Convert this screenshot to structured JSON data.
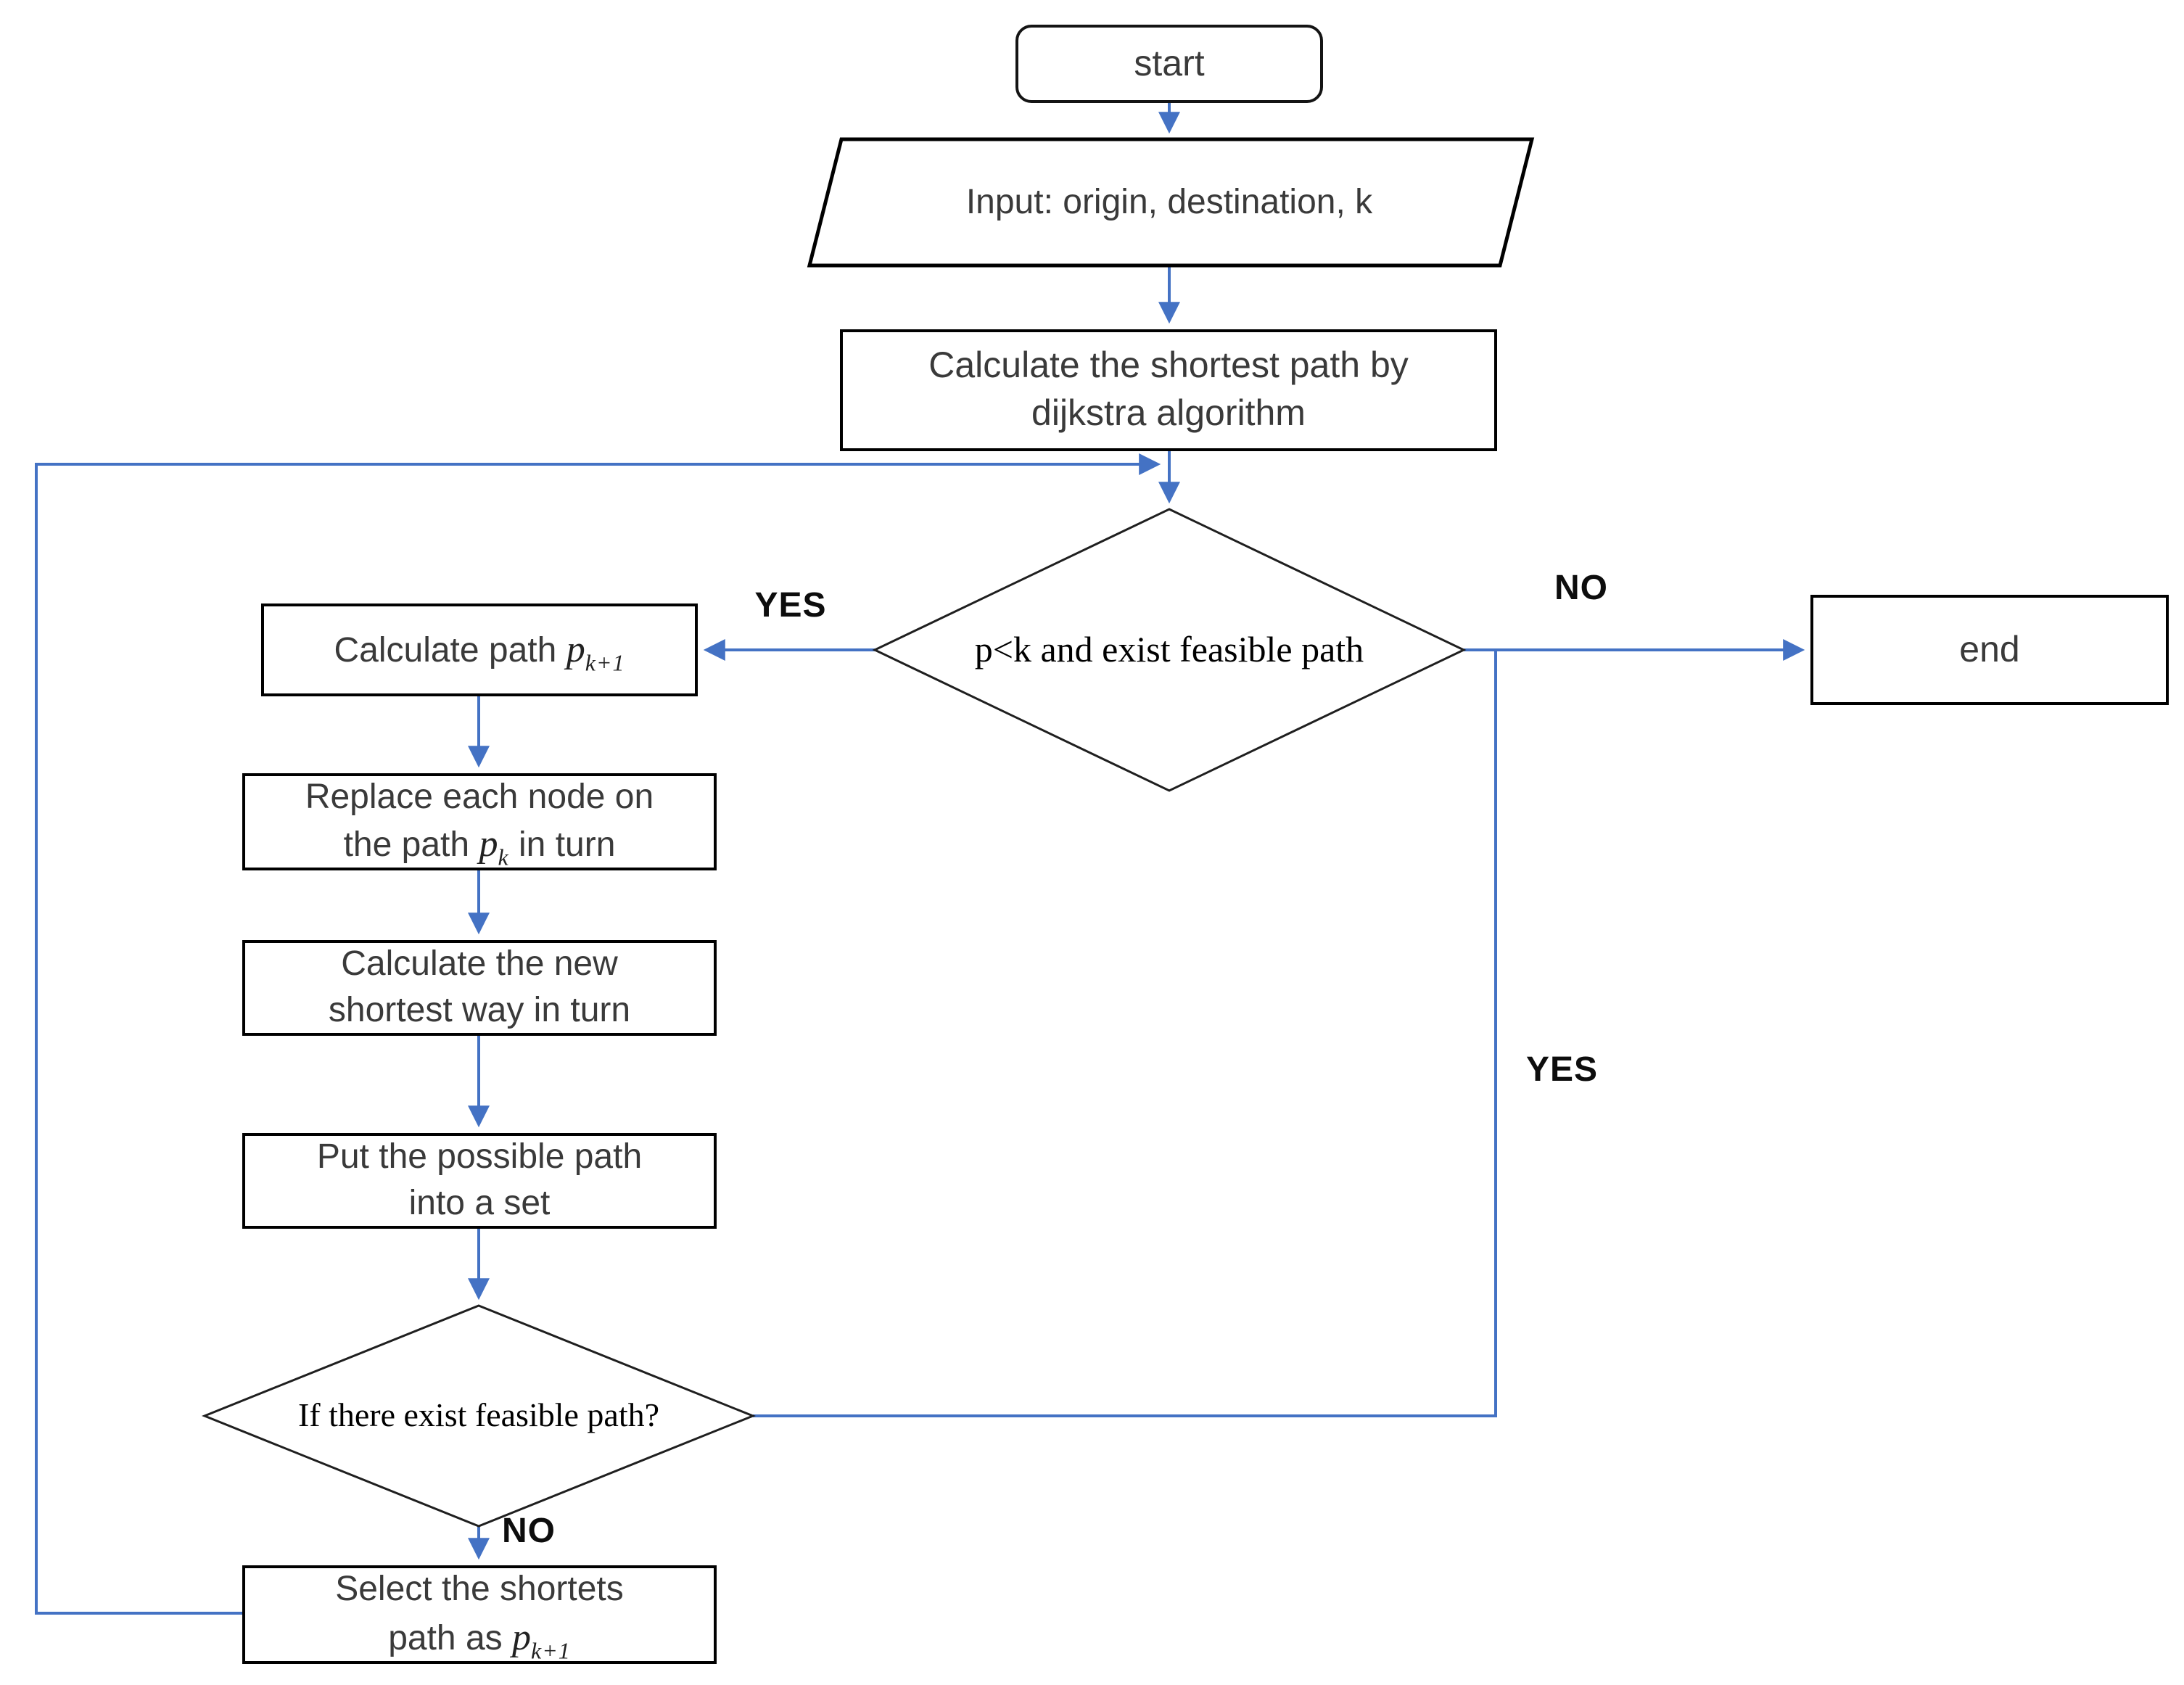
{
  "nodes": {
    "start": {
      "label": "start"
    },
    "input": {
      "label": "Input: origin, destination, k"
    },
    "dijkstra": {
      "line1": "Calculate the shortest path by",
      "line2": "dijkstra algorithm"
    },
    "decision1": {
      "label": "p<k and exist feasible path"
    },
    "calc_path": {
      "prefix": "Calculate path ",
      "var": "p",
      "sub": "k+1"
    },
    "replace": {
      "line1": "Replace each node on",
      "line2_prefix": "the path ",
      "var": "p",
      "sub": "k",
      "line2_suffix": " in turn"
    },
    "calc_new": {
      "line1": "Calculate the new",
      "line2": "shortest way in turn"
    },
    "put_set": {
      "line1": "Put the possible path",
      "line2": "into a set"
    },
    "decision2": {
      "label": "If there exist feasible path?"
    },
    "select": {
      "line1": "Select the shortets",
      "line2_prefix": "path as ",
      "var": "p",
      "sub": "k+1"
    },
    "end": {
      "label": "end"
    }
  },
  "edge_labels": {
    "yes1": "YES",
    "no1": "NO",
    "yes2": "YES",
    "no2": "NO"
  },
  "colors": {
    "connector": "#4472C4",
    "shape_border": "#000000",
    "node_text": "#3a3a3a"
  }
}
